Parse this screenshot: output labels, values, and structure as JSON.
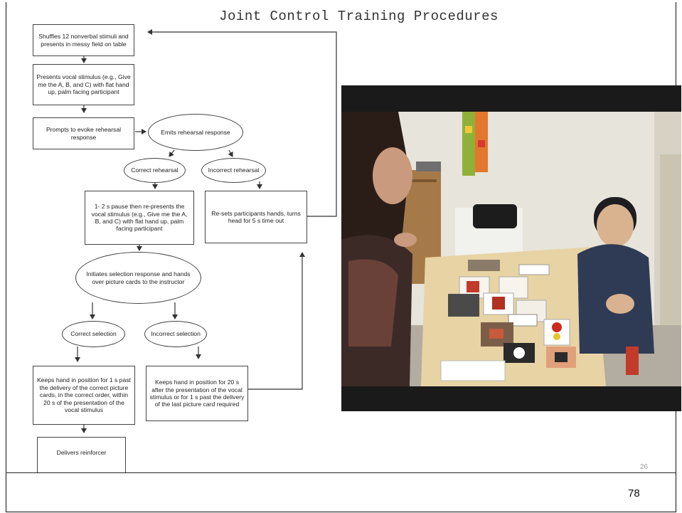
{
  "title": "Joint Control Training Procedures",
  "flowchart": {
    "shuffle": "Shuffles 12 nonverbal stimuli and presents in messy field on table",
    "present_vocal": "Presents vocal stimulus (e.g., Give me the A, B, and C) with flat hand up, palm facing participant",
    "prompts": "Prompts to evoke rehearsal response",
    "emits": "Emits rehearsal response",
    "correct_rehearsal": "Correct rehearsal",
    "incorrect_rehearsal": "Incorrect rehearsal",
    "pause_represent": "1- 2 s pause then re-presents the vocal stimulus (e.g., Give me the A, B, and C) with flat hand up, palm facing participant",
    "resets": "Re-sets participants hands, turns head for 5 s time out",
    "initiates": "Initiates selection response and hands over picture cards to the instructor",
    "correct_selection": "Correct selection",
    "incorrect_selection": "Incorrect selection",
    "keeps_1s": "Keeps hand in position for 1 s past the delivery of the correct picture cards, in the correct order, within 20 s of the presentation of the vocal stimulus",
    "keeps_20s": "Keeps hand in position for 20 s after the presentation of the vocal stimulus or for 1 s past the delivery of the last picture card required",
    "delivers": "Delivers reinforcer"
  },
  "slide_number_faint": "26",
  "page_number": "78"
}
